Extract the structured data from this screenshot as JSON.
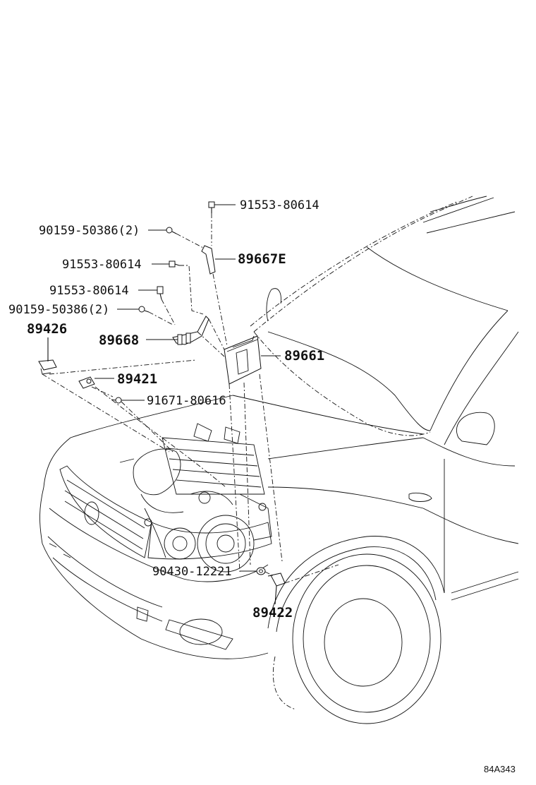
{
  "labels": {
    "p_91553_top": "91553-80614",
    "p_90159_a": "90159-50386(2)",
    "p_89667E": "89667E",
    "p_91553_mid": "91553-80614",
    "p_91553_low": "91553-80614",
    "p_90159_b": "90159-50386(2)",
    "p_89426": "89426",
    "p_89668": "89668",
    "p_89661": "89661",
    "p_89421": "89421",
    "p_91671": "91671-80616",
    "p_90430": "90430-12221",
    "p_89422": "89422"
  },
  "diagram_code": "84A343"
}
